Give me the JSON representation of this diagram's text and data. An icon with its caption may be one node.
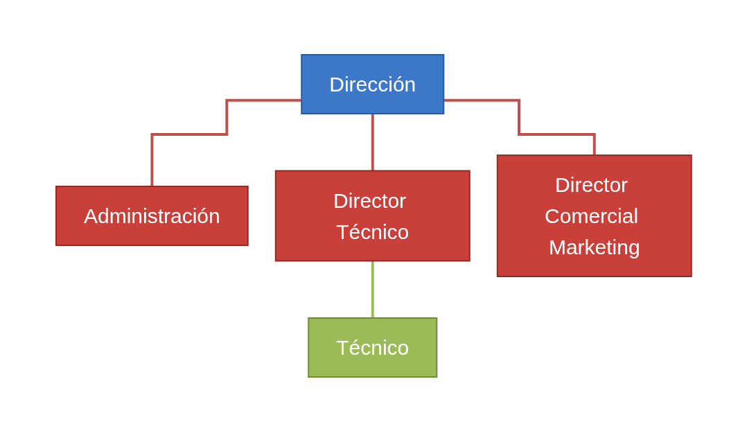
{
  "diagram": {
    "nodes": [
      {
        "text": [
          "Dirección"
        ]
      },
      {
        "text": [
          "Administración"
        ]
      },
      {
        "text": [
          "Director Técnico"
        ]
      },
      {
        "text": [
          "Director Comercial Marketing"
        ]
      },
      {
        "text": [
          "Técnico"
        ]
      }
    ],
    "edges": [
      {
        "from": 0,
        "to": 1,
        "arrow": "none"
      },
      {
        "from": 0,
        "to": 2,
        "arrow": "none"
      },
      {
        "from": 0,
        "to": 3,
        "arrow": "none"
      },
      {
        "from": 2,
        "to": 4,
        "arrow": "none",
        "color": "#9bbb59"
      }
    ]
  }
}
